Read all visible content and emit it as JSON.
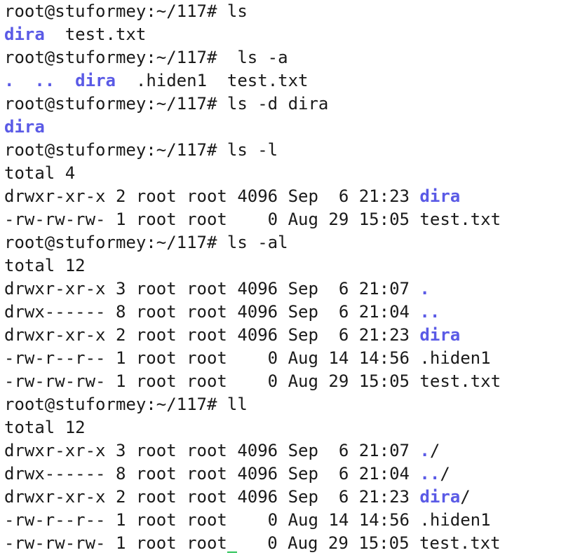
{
  "window": {
    "type": "terminal"
  },
  "theme": {
    "background": "#ffffff",
    "text": "#1a1a1a",
    "directory": "#5a5ae6",
    "cursor": "#2ec35a"
  },
  "lines": [
    [
      {
        "t": "root@stuformey:~/117# ls"
      }
    ],
    [
      {
        "t": "dira",
        "c": "dir"
      },
      {
        "t": "  test.txt"
      }
    ],
    [
      {
        "t": "root@stuformey:~/117#  ls -a"
      }
    ],
    [
      {
        "t": ".",
        "c": "dir"
      },
      {
        "t": "  "
      },
      {
        "t": "..",
        "c": "dir"
      },
      {
        "t": "  "
      },
      {
        "t": "dira",
        "c": "dir"
      },
      {
        "t": "  .hiden1  test.txt"
      }
    ],
    [
      {
        "t": "root@stuformey:~/117# ls -d dira"
      }
    ],
    [
      {
        "t": "dira",
        "c": "dir"
      }
    ],
    [
      {
        "t": "root@stuformey:~/117# ls -l"
      }
    ],
    [
      {
        "t": "total 4"
      }
    ],
    [
      {
        "t": "drwxr-xr-x 2 root root 4096 Sep  6 21:23 "
      },
      {
        "t": "dira",
        "c": "dir"
      }
    ],
    [
      {
        "t": "-rw-rw-rw- 1 root root    0 Aug 29 15:05 test.txt"
      }
    ],
    [
      {
        "t": "root@stuformey:~/117# ls -al"
      }
    ],
    [
      {
        "t": "total 12"
      }
    ],
    [
      {
        "t": "drwxr-xr-x 3 root root 4096 Sep  6 21:07 "
      },
      {
        "t": ".",
        "c": "dir"
      }
    ],
    [
      {
        "t": "drwx------ 8 root root 4096 Sep  6 21:04 "
      },
      {
        "t": "..",
        "c": "dir"
      }
    ],
    [
      {
        "t": "drwxr-xr-x 2 root root 4096 Sep  6 21:23 "
      },
      {
        "t": "dira",
        "c": "dir"
      }
    ],
    [
      {
        "t": "-rw-r--r-- 1 root root    0 Aug 14 14:56 .hiden1"
      }
    ],
    [
      {
        "t": "-rw-rw-rw- 1 root root    0 Aug 29 15:05 test.txt"
      }
    ],
    [
      {
        "t": "root@stuformey:~/117# ll"
      }
    ],
    [
      {
        "t": "total 12"
      }
    ],
    [
      {
        "t": "drwxr-xr-x 3 root root 4096 Sep  6 21:07 "
      },
      {
        "t": ".",
        "c": "dir"
      },
      {
        "t": "/"
      }
    ],
    [
      {
        "t": "drwx------ 8 root root 4096 Sep  6 21:04 "
      },
      {
        "t": "..",
        "c": "dir"
      },
      {
        "t": "/"
      }
    ],
    [
      {
        "t": "drwxr-xr-x 2 root root 4096 Sep  6 21:23 "
      },
      {
        "t": "dira",
        "c": "dir"
      },
      {
        "t": "/"
      }
    ],
    [
      {
        "t": "-rw-r--r-- 1 root root    0 Aug 14 14:56 .hiden1"
      }
    ],
    [
      {
        "t": "-rw-rw-rw- 1 root root"
      },
      {
        "t": "",
        "c": "cursor"
      },
      {
        "t": "   0 Aug 29 15:05 test.txt"
      }
    ]
  ]
}
